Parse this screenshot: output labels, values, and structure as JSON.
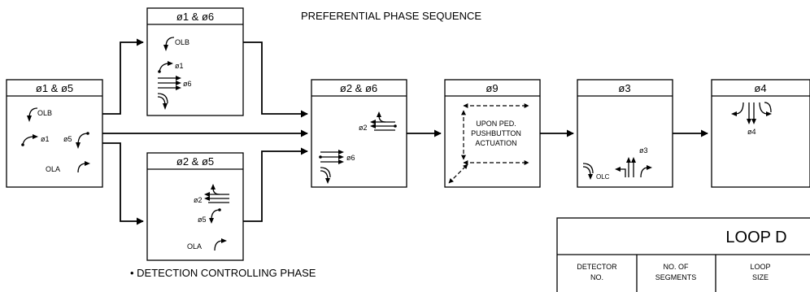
{
  "title": "PREFERENTIAL PHASE SEQUENCE",
  "footnote": "• DETECTION CONTROLLING PHASE",
  "phases": {
    "p15": {
      "header": "ø1 & ø5",
      "labels": [
        "OLB",
        "ø1",
        "ø5",
        "OLA"
      ]
    },
    "p16": {
      "header": "ø1 & ø6",
      "labels": [
        "OLB",
        "ø1",
        "ø6"
      ]
    },
    "p25": {
      "header": "ø2 & ø5",
      "labels": [
        "ø2",
        "ø5",
        "OLA"
      ]
    },
    "p26": {
      "header": "ø2 & ø6",
      "labels": [
        "ø2",
        "ø6"
      ]
    },
    "p9": {
      "header": "ø9",
      "lines": [
        "UPON PED.",
        "PUSHBUTTON",
        "ACTUATION"
      ]
    },
    "p3": {
      "header": "ø3",
      "labels": [
        "ø3",
        "OLC"
      ]
    },
    "p4": {
      "header": "ø4",
      "labels": [
        "ø4"
      ]
    }
  },
  "loop_table": {
    "title": "LOOP D",
    "columns": [
      "DETECTOR NO.",
      "NO. OF SEGMENTS",
      "LOOP SIZE"
    ],
    "column_lines": [
      [
        "DETECTOR",
        "NO."
      ],
      [
        "NO. OF",
        "SEGMENTS"
      ],
      [
        "LOOP",
        "SIZE"
      ]
    ]
  }
}
